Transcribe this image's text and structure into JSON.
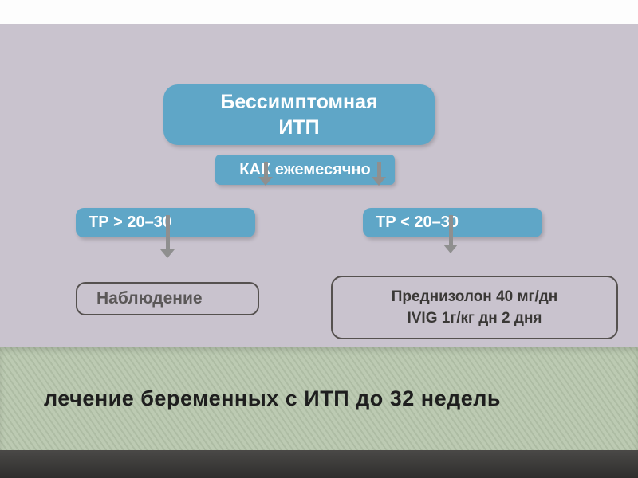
{
  "colors": {
    "node_blue": "#5fa6c7",
    "background_lavender": "#c9c3ce",
    "band_green": "#b8c7ae",
    "arrow_gray": "#8f8f8f",
    "bottom_strip_dark": "#3a3938",
    "outline_box_border": "#55514f"
  },
  "flowchart": {
    "root": {
      "line1": "Бессимптомная",
      "line2": "ИТП"
    },
    "monitor": {
      "label": "КАК ежемесячно"
    },
    "branch_left": {
      "label": "ТР > 20–30"
    },
    "branch_right": {
      "label": "ТР < 20–30"
    },
    "outcome_left": {
      "label": "Наблюдение"
    },
    "outcome_right": {
      "line1": "Преднизолон  40 мг/дн",
      "line2": "IVIG 1г/кг дн 2 дня"
    }
  },
  "footer": {
    "caption": "лечение беременных с ИТП  до 32 недель"
  }
}
